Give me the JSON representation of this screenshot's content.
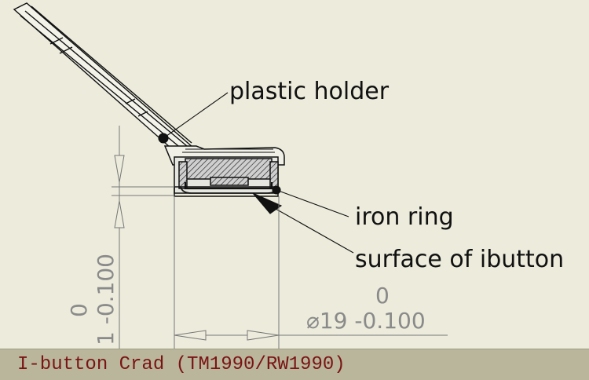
{
  "labels": {
    "plastic_holder": "plastic holder",
    "iron_ring": "iron ring",
    "surface": "surface of ibutton"
  },
  "dimensions": {
    "height_upper": "0",
    "height_lower": "1 -0.100",
    "diameter_upper": "0",
    "diameter_lower": "⌀19 -0.100"
  },
  "caption": "I-button Crad (TM1990/RW1990)",
  "colors": {
    "background": "#ECEBDC",
    "caption_bar": "#B9B69C",
    "caption_text": "#7A1414",
    "dimension_text": "#8A8A8A"
  }
}
